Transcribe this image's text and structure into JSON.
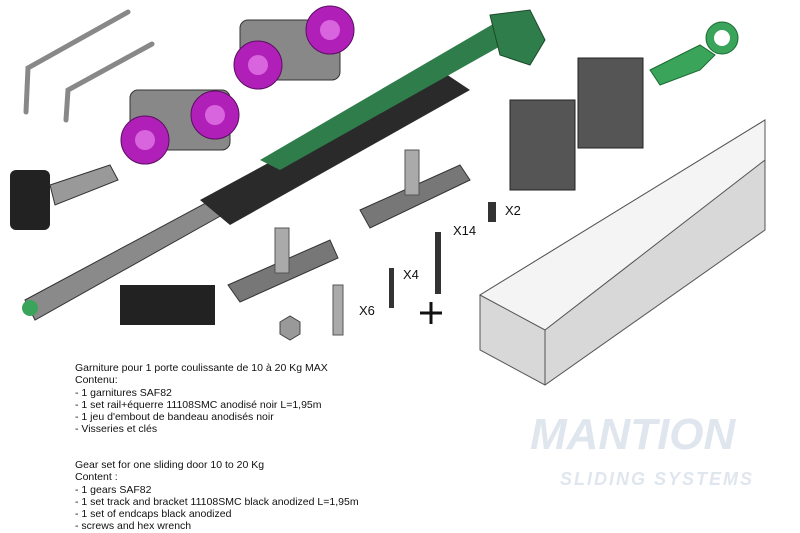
{
  "watermark": {
    "brand": "MANTION",
    "tagline": "SLIDING SYSTEMS"
  },
  "quantities": {
    "spacer": "X2",
    "long_screw": "X14",
    "short_screw": "X4",
    "anchor": "X6"
  },
  "colors": {
    "wheel": "#b01fb8",
    "damper": "#2f7d4a",
    "stopper": "#3aa55a",
    "rail": "#d8d8d8",
    "part_dark": "#555555"
  },
  "french": {
    "title": "Garniture pour 1 porte coulissante de 10 à 20 Kg MAX",
    "heading": "Contenu:",
    "items": [
      "- 1 garnitures SAF82",
      "- 1 set rail+équerre 11108SMC anodisé noir L=1,95m",
      "- 1 jeu d'embout de bandeau anodisés noir",
      "- Visseries et clés"
    ]
  },
  "english": {
    "title": "Gear set for one sliding door 10 to 20 Kg",
    "heading": "Content :",
    "items": [
      "- 1 gears SAF82",
      "- 1 set track and bracket 11108SMC black anodized L=1,95m",
      "- 1 set of endcaps black anodized",
      "- screws and hex wrench"
    ]
  }
}
